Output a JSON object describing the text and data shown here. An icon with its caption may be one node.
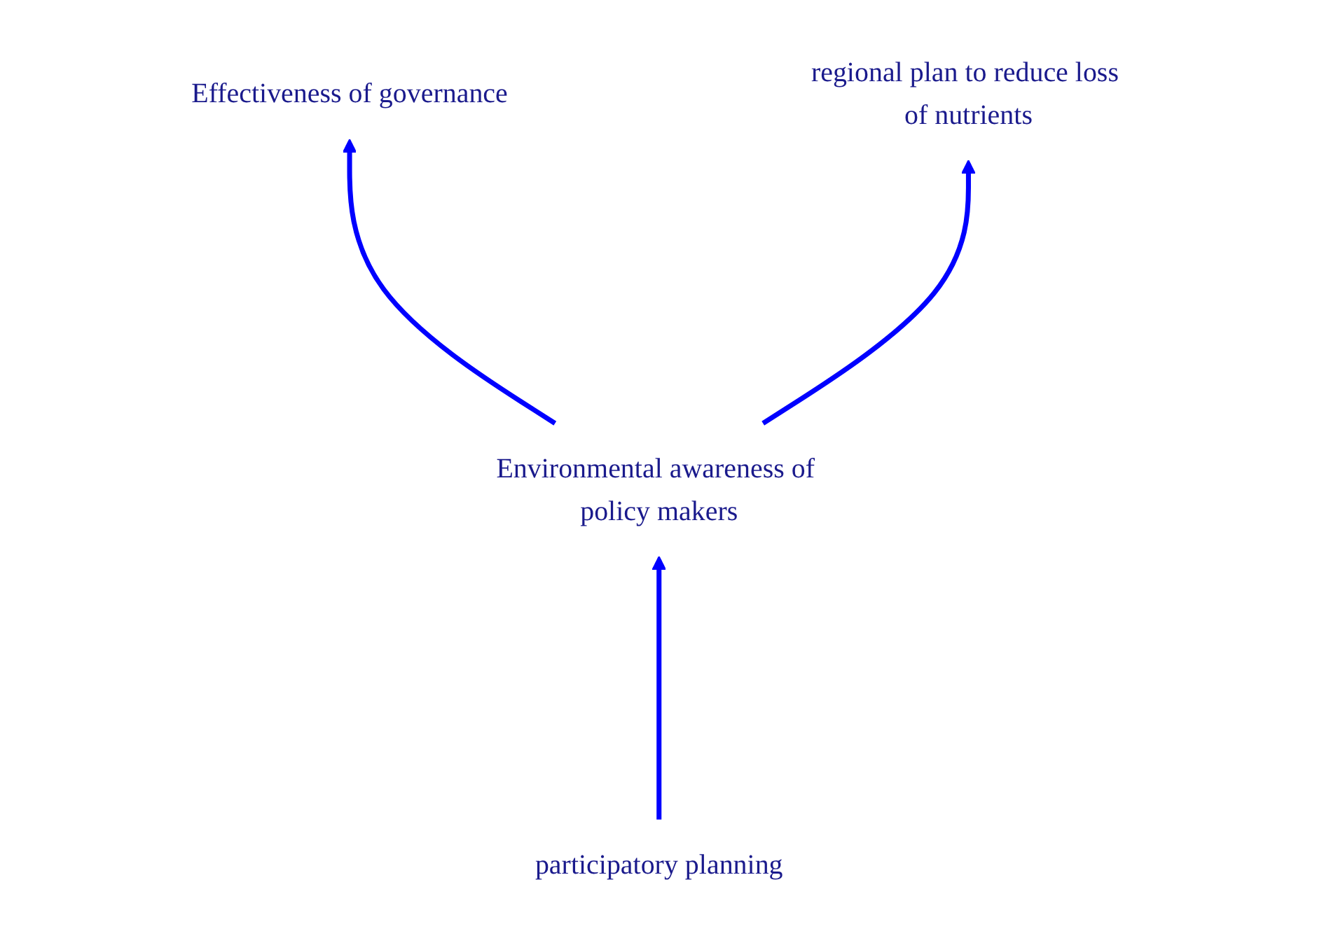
{
  "diagram": {
    "nodes": [
      {
        "text": [
          "Effectiveness of governance"
        ]
      },
      {
        "text": [
          "Environmental awareness of policy makers"
        ]
      },
      {
        "text": [
          "regional plan to reduce loss of nutrients"
        ]
      },
      {
        "text": [
          "participatory planning"
        ]
      }
    ],
    "edges": [
      {
        "from": 1,
        "to": 0,
        "arrow": "to"
      },
      {
        "from": 1,
        "to": 2,
        "arrow": "to"
      },
      {
        "from": 3,
        "to": 1,
        "arrow": "to"
      }
    ]
  }
}
